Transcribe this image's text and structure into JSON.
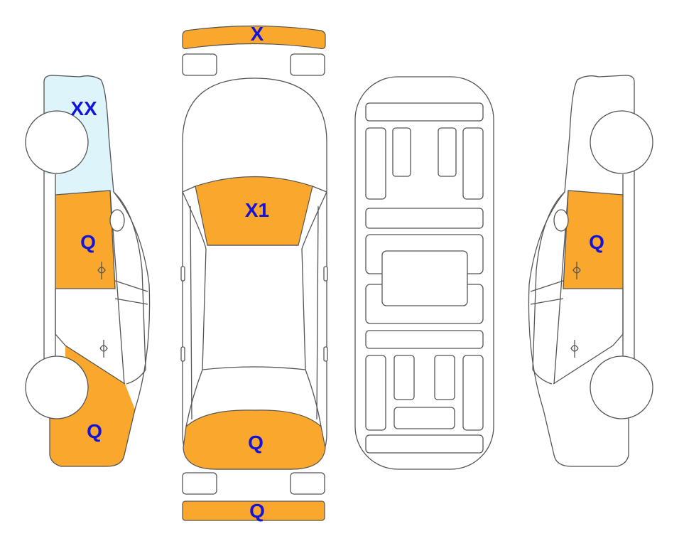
{
  "colors": {
    "damage": "#F9A82D",
    "glass_damage": "#DDF4FA",
    "label": "#1414D8",
    "outline": "#555555"
  },
  "labels": {
    "front_bumper": "X",
    "windshield": "X1",
    "rear_window": "Q",
    "rear_bumper": "Q",
    "left_roof_glass": "XX",
    "left_front_door": "Q",
    "left_rear_quarter": "Q",
    "right_front_door": "Q"
  }
}
